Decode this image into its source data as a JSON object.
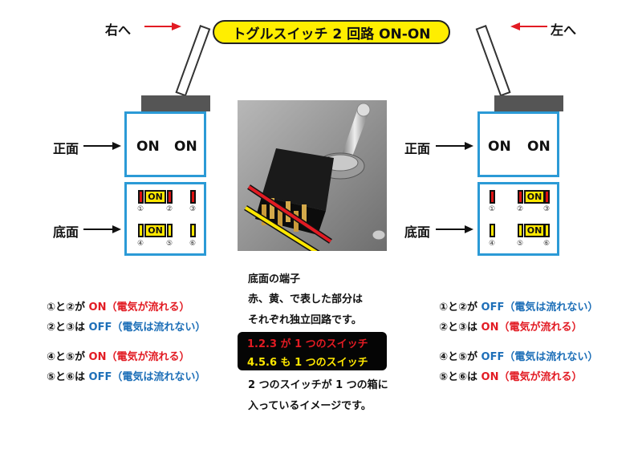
{
  "title": "トグルスイッチ 2 回路 ON-ON",
  "left": {
    "dir_label": "右へ",
    "front_label": "正面",
    "bottom_label": "底面",
    "front_on_1": "ON",
    "front_on_2": "ON",
    "bridge_top": "ON",
    "bridge_bottom": "ON",
    "nums": [
      "①",
      "②",
      "③",
      "④",
      "⑤",
      "⑥"
    ],
    "lines": [
      {
        "prefix": "①と②が ",
        "state": "ON",
        "paren": "（電気が流れる）",
        "color": "#e21b23"
      },
      {
        "prefix": "②と③は ",
        "state": "OFF",
        "paren": "（電気は流れない）",
        "color": "#1d6fb8"
      },
      {
        "prefix": "④と⑤が ",
        "state": "ON",
        "paren": "（電気が流れる）",
        "color": "#e21b23"
      },
      {
        "prefix": "⑤と⑥は ",
        "state": "OFF",
        "paren": "（電気は流れない）",
        "color": "#1d6fb8"
      }
    ]
  },
  "right": {
    "dir_label": "左へ",
    "front_label": "正面",
    "bottom_label": "底面",
    "front_on_1": "ON",
    "front_on_2": "ON",
    "bridge_top": "ON",
    "bridge_bottom": "ON",
    "nums": [
      "①",
      "②",
      "③",
      "④",
      "⑤",
      "⑥"
    ],
    "lines": [
      {
        "prefix": "①と②が ",
        "state": "OFF",
        "paren": "（電気は流れない）",
        "color": "#1d6fb8"
      },
      {
        "prefix": "②と③は ",
        "state": "ON",
        "paren": "（電気が流れる）",
        "color": "#e21b23"
      },
      {
        "prefix": "④と⑤が ",
        "state": "OFF",
        "paren": "（電気は流れない）",
        "color": "#1d6fb8"
      },
      {
        "prefix": "⑤と⑥は ",
        "state": "ON",
        "paren": "（電気が流れる）",
        "color": "#e21b23"
      }
    ]
  },
  "center": {
    "note_1": "底面の端子",
    "note_2": "赤、黄、で表した部分は",
    "note_3": "それぞれ独立回路です。",
    "box_line_1": "1.2.3 が 1 つのスイッチ",
    "box_line_2": "4.5.6 も 1 つのスイッチ",
    "note_4": "2 つのスイッチが 1 つの箱に",
    "note_5": "入っているイメージです。"
  },
  "colors": {
    "accent_blue": "#2b9ad6",
    "red": "#e21b23",
    "yellow": "#ffe700",
    "title_bg": "#ffee00"
  }
}
